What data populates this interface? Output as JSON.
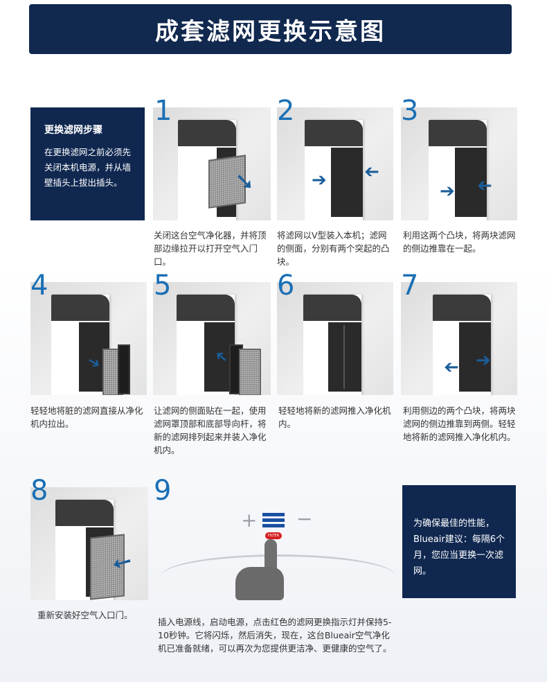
{
  "title": "成套滤网更换示意图",
  "intro": {
    "heading": "更换滤网步骤",
    "body": "在更换滤网之前必须先关闭本机电源，并从墙壁插头上拔出插头。"
  },
  "steps": [
    {
      "num": "1",
      "caption": "关闭这台空气净化器，并将顶部边缘拉开以打开空气入门口。"
    },
    {
      "num": "2",
      "caption": "将滤网以V型装入本机；滤网的侧面，分别有两个突起的凸块。"
    },
    {
      "num": "3",
      "caption": "利用这两个凸块，将两块滤网的侧边推靠在一起。"
    },
    {
      "num": "4",
      "caption": "轻轻地将脏的滤网直接从净化机内拉出。"
    },
    {
      "num": "5",
      "caption": "让滤网的侧面贴在一起，使用滤网罩顶部和底部导向杆，将新的滤网排列起来并装入净化机内。"
    },
    {
      "num": "6",
      "caption": "轻轻地将新的滤网推入净化机内。"
    },
    {
      "num": "7",
      "caption": "利用侧边的两个凸块，将两块滤网的侧边推靠到两侧。轻轻地将新的滤网推入净化机内。"
    },
    {
      "num": "8",
      "caption": "重新安装好空气入口门。"
    },
    {
      "num": "9",
      "caption": "插入电源线，启动电源，点击红色的滤网更换指示灯并保持5-10秒钟。它将闪烁，然后消失，现在，这台Blueair空气净化机已准备就绪，可以再次为您提供更洁净、更健康的空气了。"
    }
  ],
  "step9_graphic": {
    "plus": "+",
    "minus": "−",
    "button_text": "FILTER"
  },
  "note": "为确保最佳的性能，Blueair建议：每隔6个月，您应当更换一次滤网。",
  "colors": {
    "navy": "#102850",
    "step_blue": "#1a6fb5",
    "arrow_blue": "#1a5e9a"
  }
}
